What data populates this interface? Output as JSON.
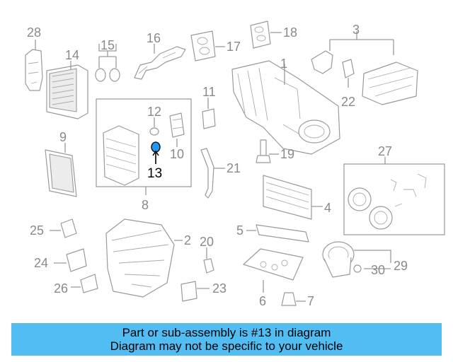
{
  "callouts": [
    {
      "id": "28",
      "label": "28"
    },
    {
      "id": "14",
      "label": "14"
    },
    {
      "id": "15",
      "label": "15"
    },
    {
      "id": "16",
      "label": "16"
    },
    {
      "id": "17",
      "label": "17"
    },
    {
      "id": "18",
      "label": "18"
    },
    {
      "id": "3",
      "label": "3"
    },
    {
      "id": "1",
      "label": "1"
    },
    {
      "id": "22",
      "label": "22"
    },
    {
      "id": "12",
      "label": "12"
    },
    {
      "id": "11",
      "label": "11"
    },
    {
      "id": "10",
      "label": "10"
    },
    {
      "id": "9",
      "label": "9"
    },
    {
      "id": "13",
      "label": "13"
    },
    {
      "id": "8",
      "label": "8"
    },
    {
      "id": "19",
      "label": "19"
    },
    {
      "id": "21",
      "label": "21"
    },
    {
      "id": "27",
      "label": "27"
    },
    {
      "id": "4",
      "label": "4"
    },
    {
      "id": "25",
      "label": "25"
    },
    {
      "id": "2",
      "label": "2"
    },
    {
      "id": "5",
      "label": "5"
    },
    {
      "id": "20",
      "label": "20"
    },
    {
      "id": "24",
      "label": "24"
    },
    {
      "id": "29",
      "label": "29"
    },
    {
      "id": "30",
      "label": "30"
    },
    {
      "id": "26",
      "label": "26"
    },
    {
      "id": "23",
      "label": "23"
    },
    {
      "id": "6",
      "label": "6"
    },
    {
      "id": "7",
      "label": "7"
    }
  ],
  "highlighted_part": "13",
  "colors": {
    "banner": "#52bdf3",
    "highlight_part": "#2196f3",
    "line_gray": "#9a9a9a"
  },
  "footer": {
    "line1": "Part or sub-assembly is #13 in diagram",
    "line2": "Diagram may not be specific to your vehicle"
  }
}
